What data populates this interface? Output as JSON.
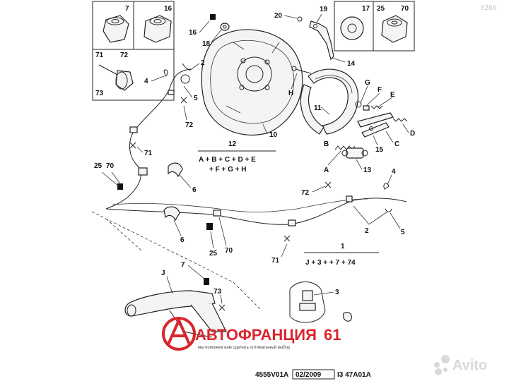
{
  "watermark_corner": "6266",
  "boxes": {
    "b7": "7",
    "b16": "16",
    "b17": "17",
    "b25": "25",
    "b70": "70",
    "b71": "71",
    "b72": "72",
    "b73": "73"
  },
  "labels": {
    "l16": "16",
    "l18": "18",
    "l20": "20",
    "l19": "19",
    "l14": "14",
    "l4a": "4",
    "l2a": "2",
    "l5a": "5",
    "l72a": "72",
    "l10": "10",
    "lH": "H",
    "lG": "G",
    "lF": "F",
    "lE": "E",
    "l11": "11",
    "lD": "D",
    "lC": "C",
    "l15": "15",
    "lB": "B",
    "lA": "A",
    "l13": "13",
    "l71a": "71",
    "l25a": "25",
    "l70a": "70",
    "l6a": "6",
    "l4b": "4",
    "l72b": "72",
    "l6b": "6",
    "l25b": "25",
    "l70b": "70",
    "l2b": "2",
    "l5b": "5",
    "l71b": "71",
    "lJ": "J",
    "l7": "7",
    "l73": "73",
    "l3": "3"
  },
  "formula12": {
    "num": "12",
    "line1": "A + B + C + D + E",
    "line2": "+ F + G + H"
  },
  "formula1": {
    "num": "1",
    "line1": "J + 3 + + 7 + 74"
  },
  "logo": {
    "brand": "АВТОФРАНЦИЯ",
    "num": "61",
    "tagline": "мы поможем вам сделать оптимальный выбор"
  },
  "footer": {
    "code1": "4555V01A",
    "date": "02/2009",
    "code2": "I3 47A01A"
  },
  "avito": {
    "text": "Avito"
  },
  "colors": {
    "logo_red": "#d8262c",
    "ink": "#111111"
  }
}
